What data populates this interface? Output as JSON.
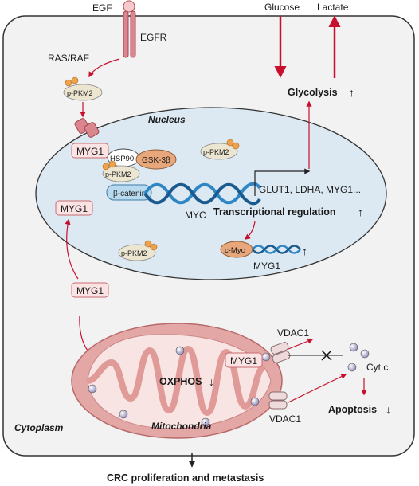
{
  "receptor": {
    "ligand": "EGF",
    "receptor": "EGFR",
    "adaptor": "RAS/RAF"
  },
  "metabolites": {
    "glucose": "Glucose",
    "lactate": "Lactate"
  },
  "compartments": {
    "nucleus": "Nucleus",
    "cytoplasm": "Cytoplasm",
    "mitochondria": "Mitochondria"
  },
  "proteins": {
    "ppkm2": "p-PKM2",
    "myg1": "MYG1",
    "hsp90": "HSP90",
    "gsk3b": "GSK-3β",
    "beta_catenin": "β-catenin",
    "cmyc": "c-Myc",
    "vdac1": "VDAC1",
    "cytc": "Cyt c"
  },
  "genes": {
    "myc": "MYC",
    "targets": "GLUT1, LDHA, MYG1...",
    "myg1_gene": "MYG1"
  },
  "processes": {
    "glycolysis": "Glycolysis",
    "transcriptional_regulation": "Transcriptional regulation",
    "oxphos": "OXPHOS",
    "apoptosis": "Apoptosis"
  },
  "outcome": "CRC proliferation and metastasis",
  "colors": {
    "arrow_red": "#c8102e",
    "cell_fill": "#f2f2f2",
    "nucleus_fill": "#dce9f2",
    "mito_fill": "#e3a7a5",
    "myg1_fill": "#fbe3e3",
    "ppkm2_fill": "#ece6d1",
    "gsk_fill": "#e7a77b",
    "catenin_fill": "#b9d9ee",
    "dna_blue": "#2f86c4",
    "phospho_dot": "#f0a24b"
  }
}
